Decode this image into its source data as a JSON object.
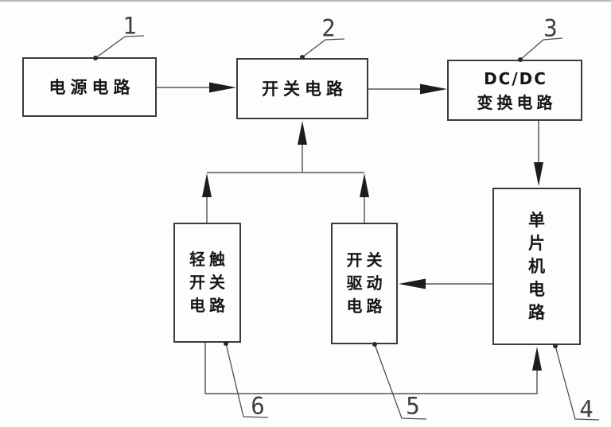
{
  "diagram": {
    "kind": "circuit-block-diagram",
    "blocks": [
      {
        "ref": "1",
        "label": "电源电路",
        "lines": [
          "电源电路"
        ]
      },
      {
        "ref": "2",
        "label": "开关电路",
        "lines": [
          "开关电路"
        ]
      },
      {
        "ref": "3",
        "label": "DC/DC 变换电路",
        "lines": [
          "DC/DC",
          "变换电路"
        ]
      },
      {
        "ref": "4",
        "label": "单片机电路",
        "lines": [
          "单",
          "片",
          "机",
          "电",
          "路"
        ]
      },
      {
        "ref": "5",
        "label": "开关驱动电路",
        "lines": [
          "开关",
          "驱动",
          "电路"
        ]
      },
      {
        "ref": "6",
        "label": "轻触开关电路",
        "lines": [
          "轻触",
          "开关",
          "电路"
        ]
      }
    ],
    "connections": [
      {
        "from": "电源电路",
        "to": "开关电路"
      },
      {
        "from": "开关电路",
        "to": "DC/DC变换电路"
      },
      {
        "from": "DC/DC变换电路",
        "to": "单片机电路"
      },
      {
        "from": "单片机电路",
        "to": "开关驱动电路"
      },
      {
        "from": "开关驱动电路",
        "to": "开关电路"
      },
      {
        "from": "轻触开关电路",
        "to": "开关电路"
      },
      {
        "from": "轻触开关电路",
        "to": "单片机电路"
      }
    ],
    "colors": {
      "background": "#fdfdfd",
      "box_border": "#3b3b3b",
      "wire": "#6e6e6e",
      "arrowhead": "#1c1c1c",
      "leader": "#4f4f4f",
      "text": "#161616",
      "callout_text": "#3f3f3f"
    }
  }
}
